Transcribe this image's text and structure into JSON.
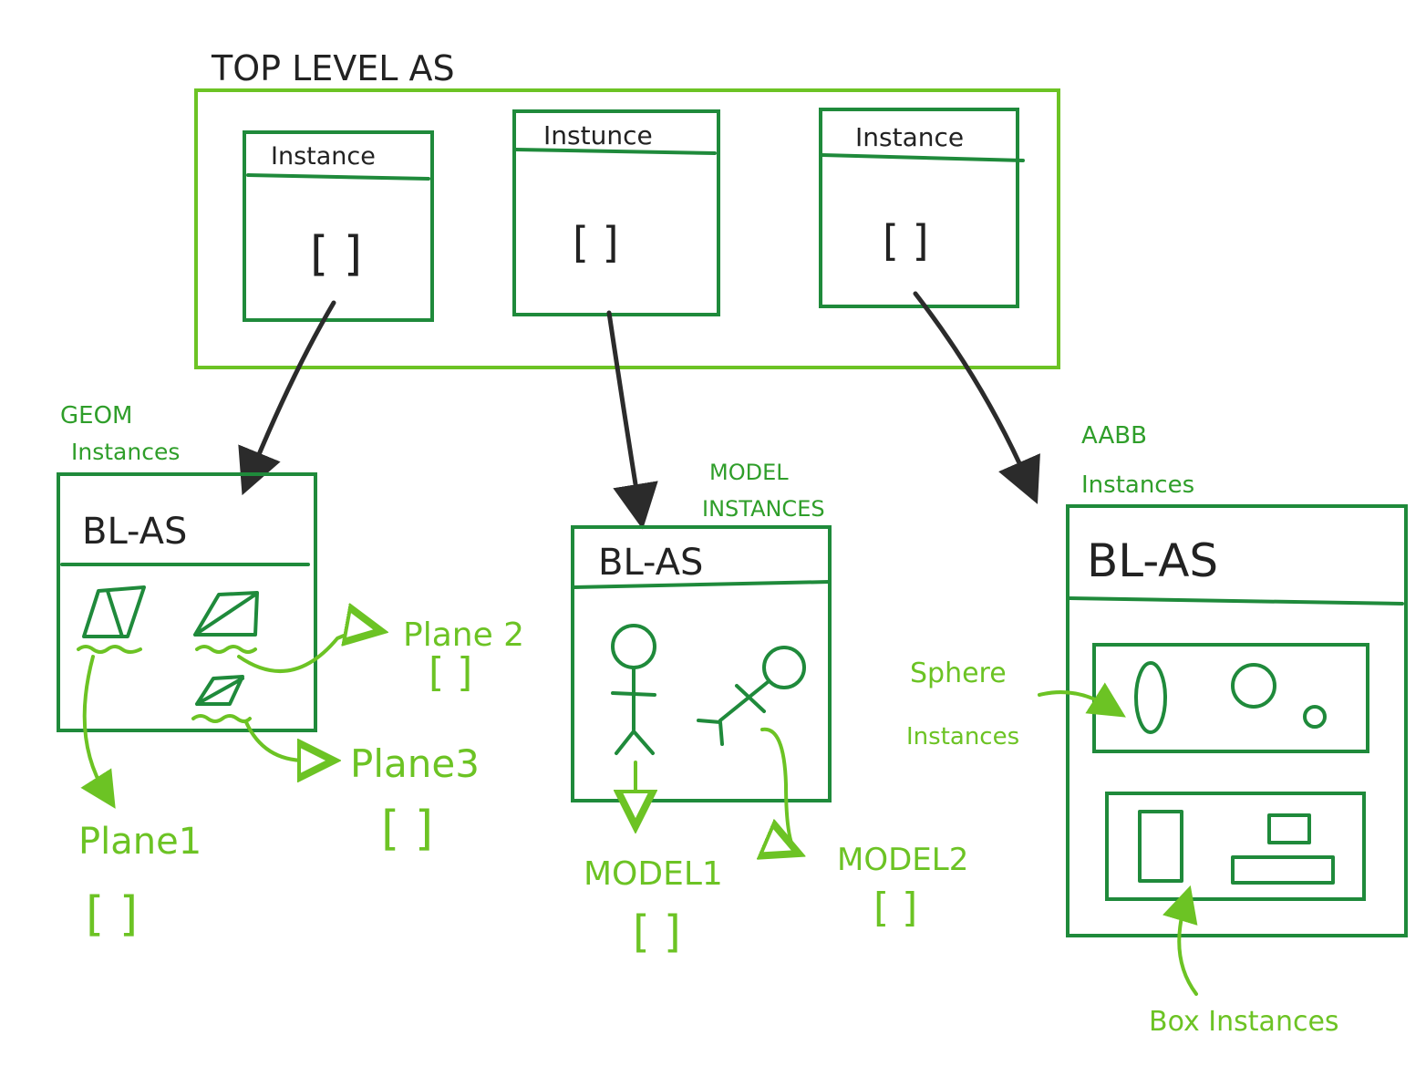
{
  "top_level": {
    "title": "TOP LEVEL AS"
  },
  "instances": [
    {
      "header": "Instance",
      "value": "[ ]"
    },
    {
      "header": "Instunce",
      "value": "[ ]"
    },
    {
      "header": "Instance",
      "value": "[ ]"
    }
  ],
  "geom": {
    "caption_line1": "GEOM",
    "caption_line2": "Instances",
    "box_title": "BL-AS",
    "plane1": {
      "label": "Plane1",
      "value": "[ ]"
    },
    "plane2": {
      "label": "Plane 2",
      "value": "[ ]"
    },
    "plane3": {
      "label": "Plane3",
      "value": "[ ]"
    }
  },
  "model": {
    "caption_line1": "MODEL",
    "caption_line2": "INSTANCES",
    "box_title": "BL-AS",
    "model1": {
      "label": "MODEL1",
      "value": "[ ]"
    },
    "model2": {
      "label": "MODEL2",
      "value": "[ ]"
    }
  },
  "aabb": {
    "caption_line1": "AABB",
    "caption_line2": "Instances",
    "box_title": "BL-AS",
    "sphere_line1": "Sphere",
    "sphere_line2": "Instances",
    "box_instances": "Box Instances"
  },
  "colors": {
    "top_box": "#6cc324",
    "node_box": "#1f8a3b",
    "annotation": "#6cc324",
    "arrow": "#2b2b2b"
  }
}
